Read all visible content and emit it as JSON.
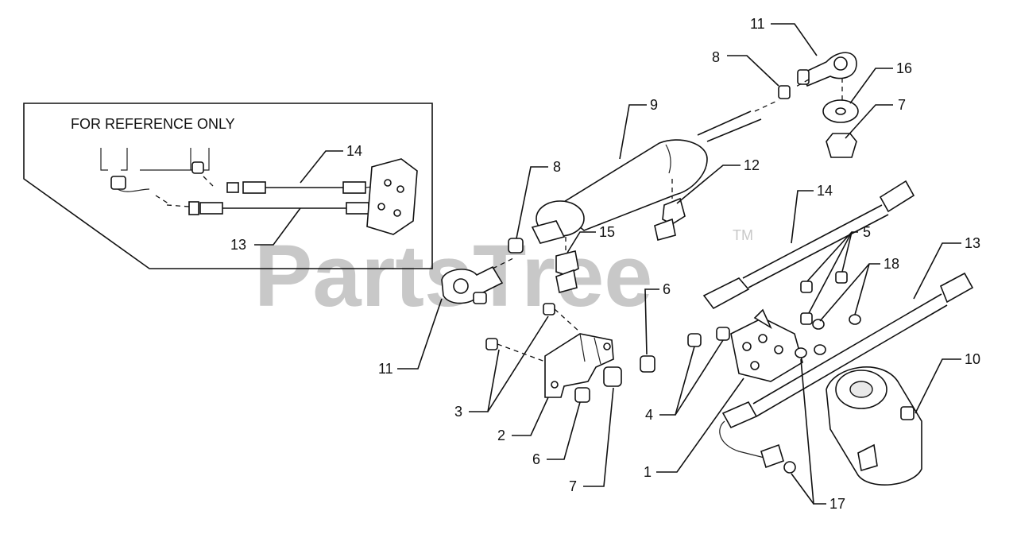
{
  "reference_box": {
    "title": "FOR REFERENCE ONLY"
  },
  "watermark": {
    "brand": "PartsTree",
    "trademark": "TM"
  },
  "callouts": {
    "c_11_top": "11",
    "c_8_top": "8",
    "c_16": "16",
    "c_7_top": "7",
    "c_9": "9",
    "c_12": "12",
    "c_8_mid": "8",
    "c_15": "15",
    "c_14_ref": "14",
    "c_13_ref": "13",
    "c_14": "14",
    "c_5": "5",
    "c_18": "18",
    "c_13": "13",
    "c_6_mid": "6",
    "c_11_left": "11",
    "c_3": "3",
    "c_2": "2",
    "c_6_low": "6",
    "c_7_low": "7",
    "c_4": "4",
    "c_1": "1",
    "c_10": "10",
    "c_17": "17"
  }
}
